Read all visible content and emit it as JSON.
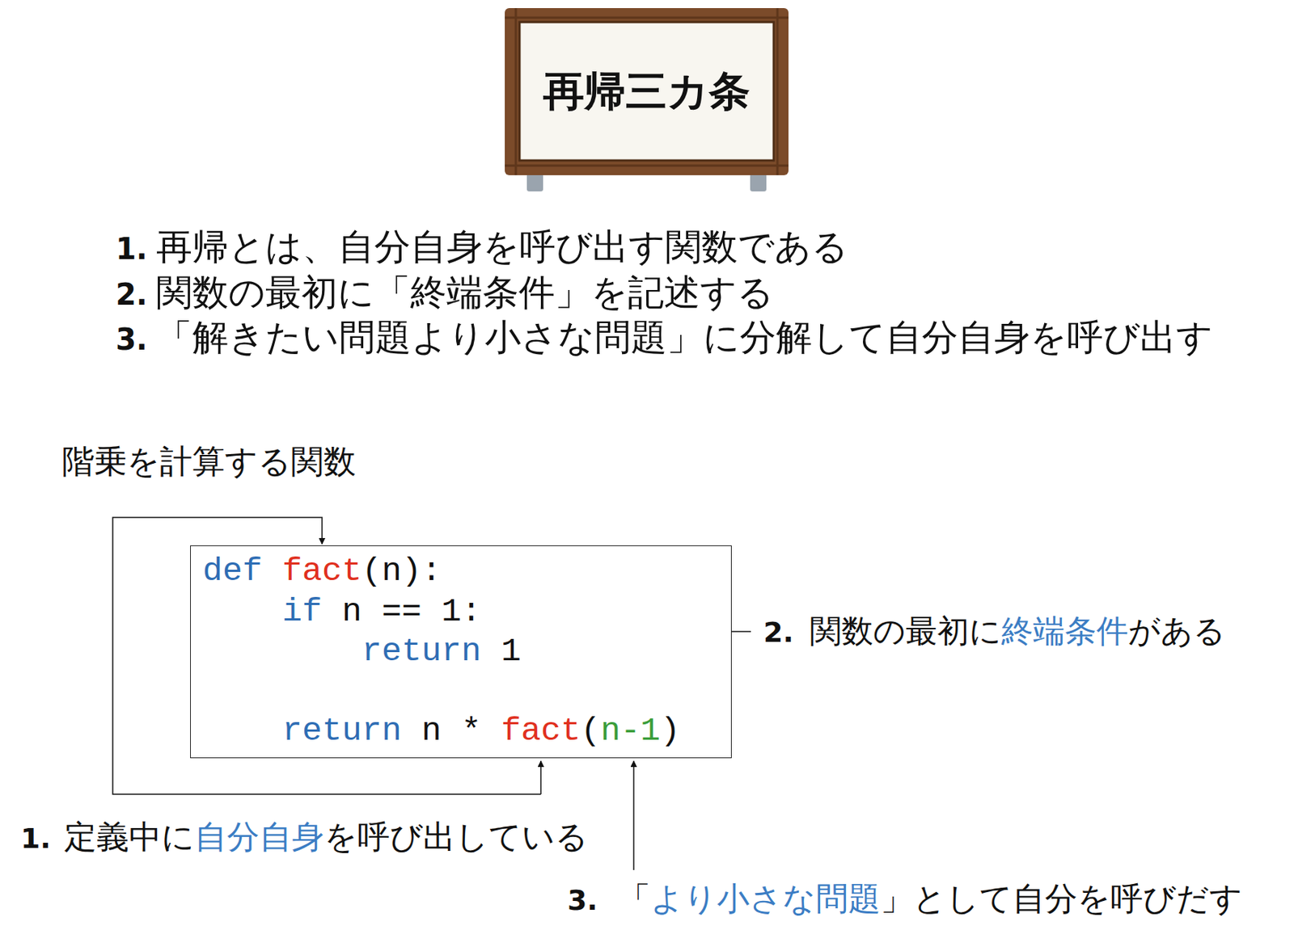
{
  "diagram": {
    "title": "再帰三カ条",
    "nodes": [
      {
        "text": [
          "def",
          "fact",
          "(n):",
          "if",
          "n == 1:",
          "return",
          "1",
          "return",
          "n *",
          "fact",
          "(",
          "n-1",
          ")"
        ]
      }
    ],
    "labels": [
      "1.",
      "再帰とは、自分自身を呼び出す関数である",
      "2.",
      "関数の最初に「終端条件」を記述する",
      "3.",
      "「解きたい問題より小さな問題」に分解して自分自身を呼び出す",
      "階乗を計算する関数",
      "2.",
      "関数の最初に",
      "終端条件",
      "がある",
      "1.",
      "定義中に",
      "自分自身",
      "を呼び出している",
      "3.",
      "「",
      "より小さな問題",
      "」として自分を呼びだす"
    ]
  }
}
